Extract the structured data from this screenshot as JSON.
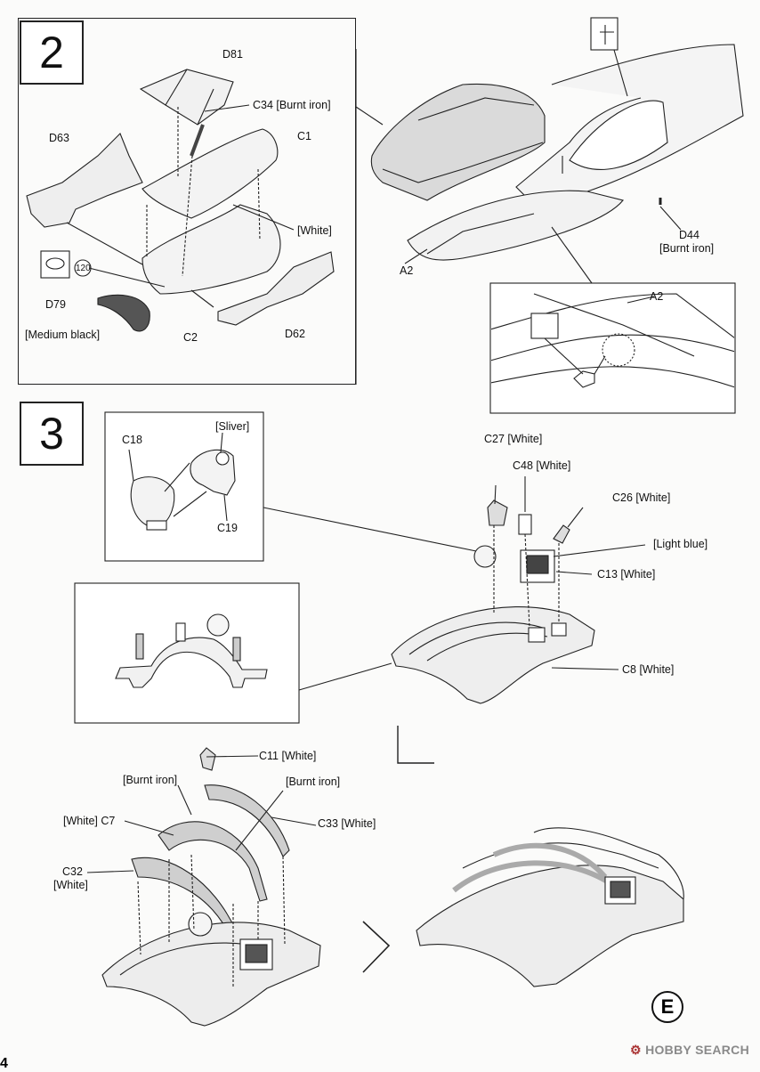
{
  "page_number": "4",
  "steps": [
    {
      "number": "2"
    },
    {
      "number": "3"
    }
  ],
  "step2": {
    "labels": {
      "d81": "D81",
      "c34": "C34 [Burnt iron]",
      "d63": "D63",
      "c1": "C1",
      "white": "[White]",
      "part_120": "120",
      "d79": "D79",
      "medium_black": "[Medium black]",
      "c2": "C2",
      "d62": "D62",
      "a2": "A2",
      "d44": "D44",
      "d44_color": "[Burnt iron]",
      "detail_a2": "A2"
    }
  },
  "step3": {
    "labels": {
      "sliver": "[Sliver]",
      "c18": "C18",
      "c19": "C19",
      "c27": "C27 [White]",
      "c48": "C48 [White]",
      "c26": "C26  [White]",
      "light_blue": "[Light blue]",
      "c13": "C13 [White]",
      "c8": "C8 [White]",
      "c11": "C11 [White]",
      "burnt_iron_left": "[Burnt iron]",
      "burnt_iron_right": "[Burnt iron]",
      "c7": "[White] C7",
      "c33": "C33  [White]",
      "c32": "C32",
      "c32_color": "[White]"
    }
  },
  "version_mark": "E",
  "watermark": {
    "brand": "HOBBY SEARCH",
    "icon": "hobbysearch-logo-icon"
  },
  "colors": {
    "line": "#222222",
    "part_fill": "#e6e6e6",
    "part_dark": "#555555"
  }
}
